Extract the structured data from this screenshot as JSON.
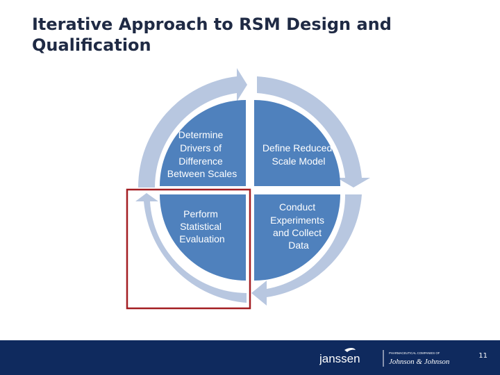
{
  "slide": {
    "title_line1": "Iterative Approach to RSM Design and",
    "title_line2": "Qualification",
    "page_number": "11"
  },
  "diagram": {
    "quadrants": {
      "top_left": [
        "Determine",
        "Drivers of",
        "Difference",
        "Between Scales"
      ],
      "top_right": [
        "Define Reduced",
        "Scale Model"
      ],
      "bottom_left": [
        "Perform",
        "Statistical",
        "Evaluation"
      ],
      "bottom_right": [
        "Conduct",
        "Experiments",
        "and Collect",
        "Data"
      ]
    },
    "highlighted_quadrant": "bottom_left",
    "colors": {
      "quadrant_fill": "#4f81bd",
      "arrow_ring": "#b8c7e0",
      "highlight_border": "#a31e22",
      "text": "#ffffff"
    }
  },
  "footer": {
    "brand": "janssen",
    "tagline": "PHARMACEUTICAL COMPANIES OF",
    "parent": "Johnson & Johnson",
    "bar_color": "#0f2a5e"
  }
}
